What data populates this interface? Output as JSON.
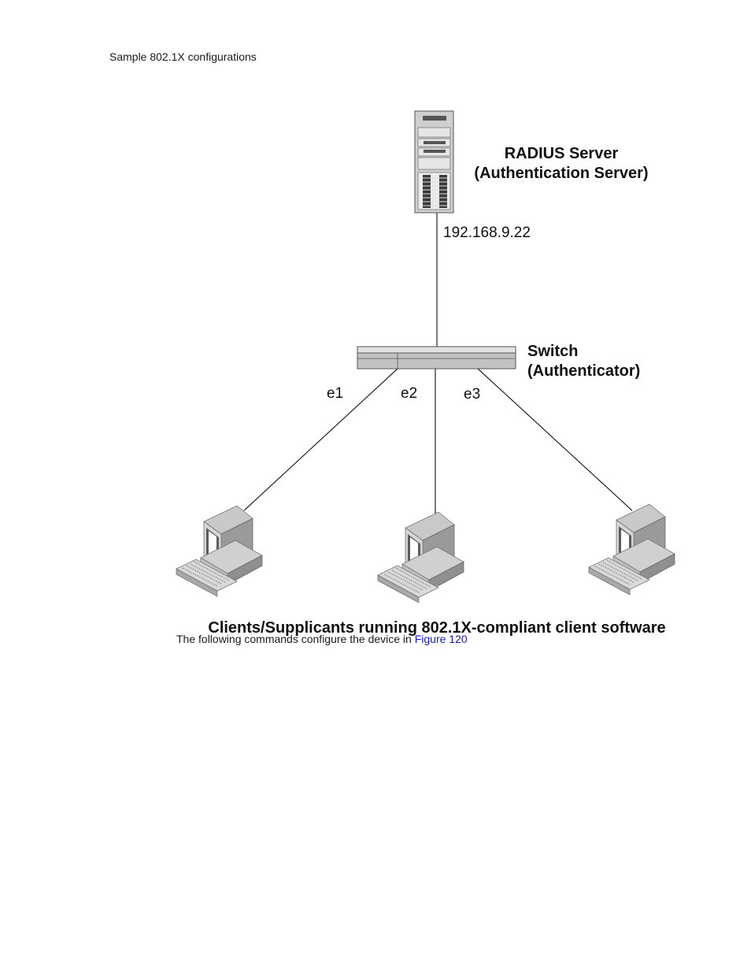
{
  "header": {
    "section_title": "Sample 802.1X configurations"
  },
  "diagram": {
    "server": {
      "title": "RADIUS Server",
      "subtitle": "(Authentication Server)",
      "ip": "192.168.9.22"
    },
    "switch": {
      "title": "Switch",
      "subtitle": "(Authenticator)"
    },
    "ports": [
      "e1",
      "e2",
      "e3"
    ],
    "clients_caption": "Clients/Supplicants running 802.1X-compliant client software"
  },
  "body": {
    "text_before_link": "The following commands configure the device in ",
    "link_text": "Figure 120"
  }
}
